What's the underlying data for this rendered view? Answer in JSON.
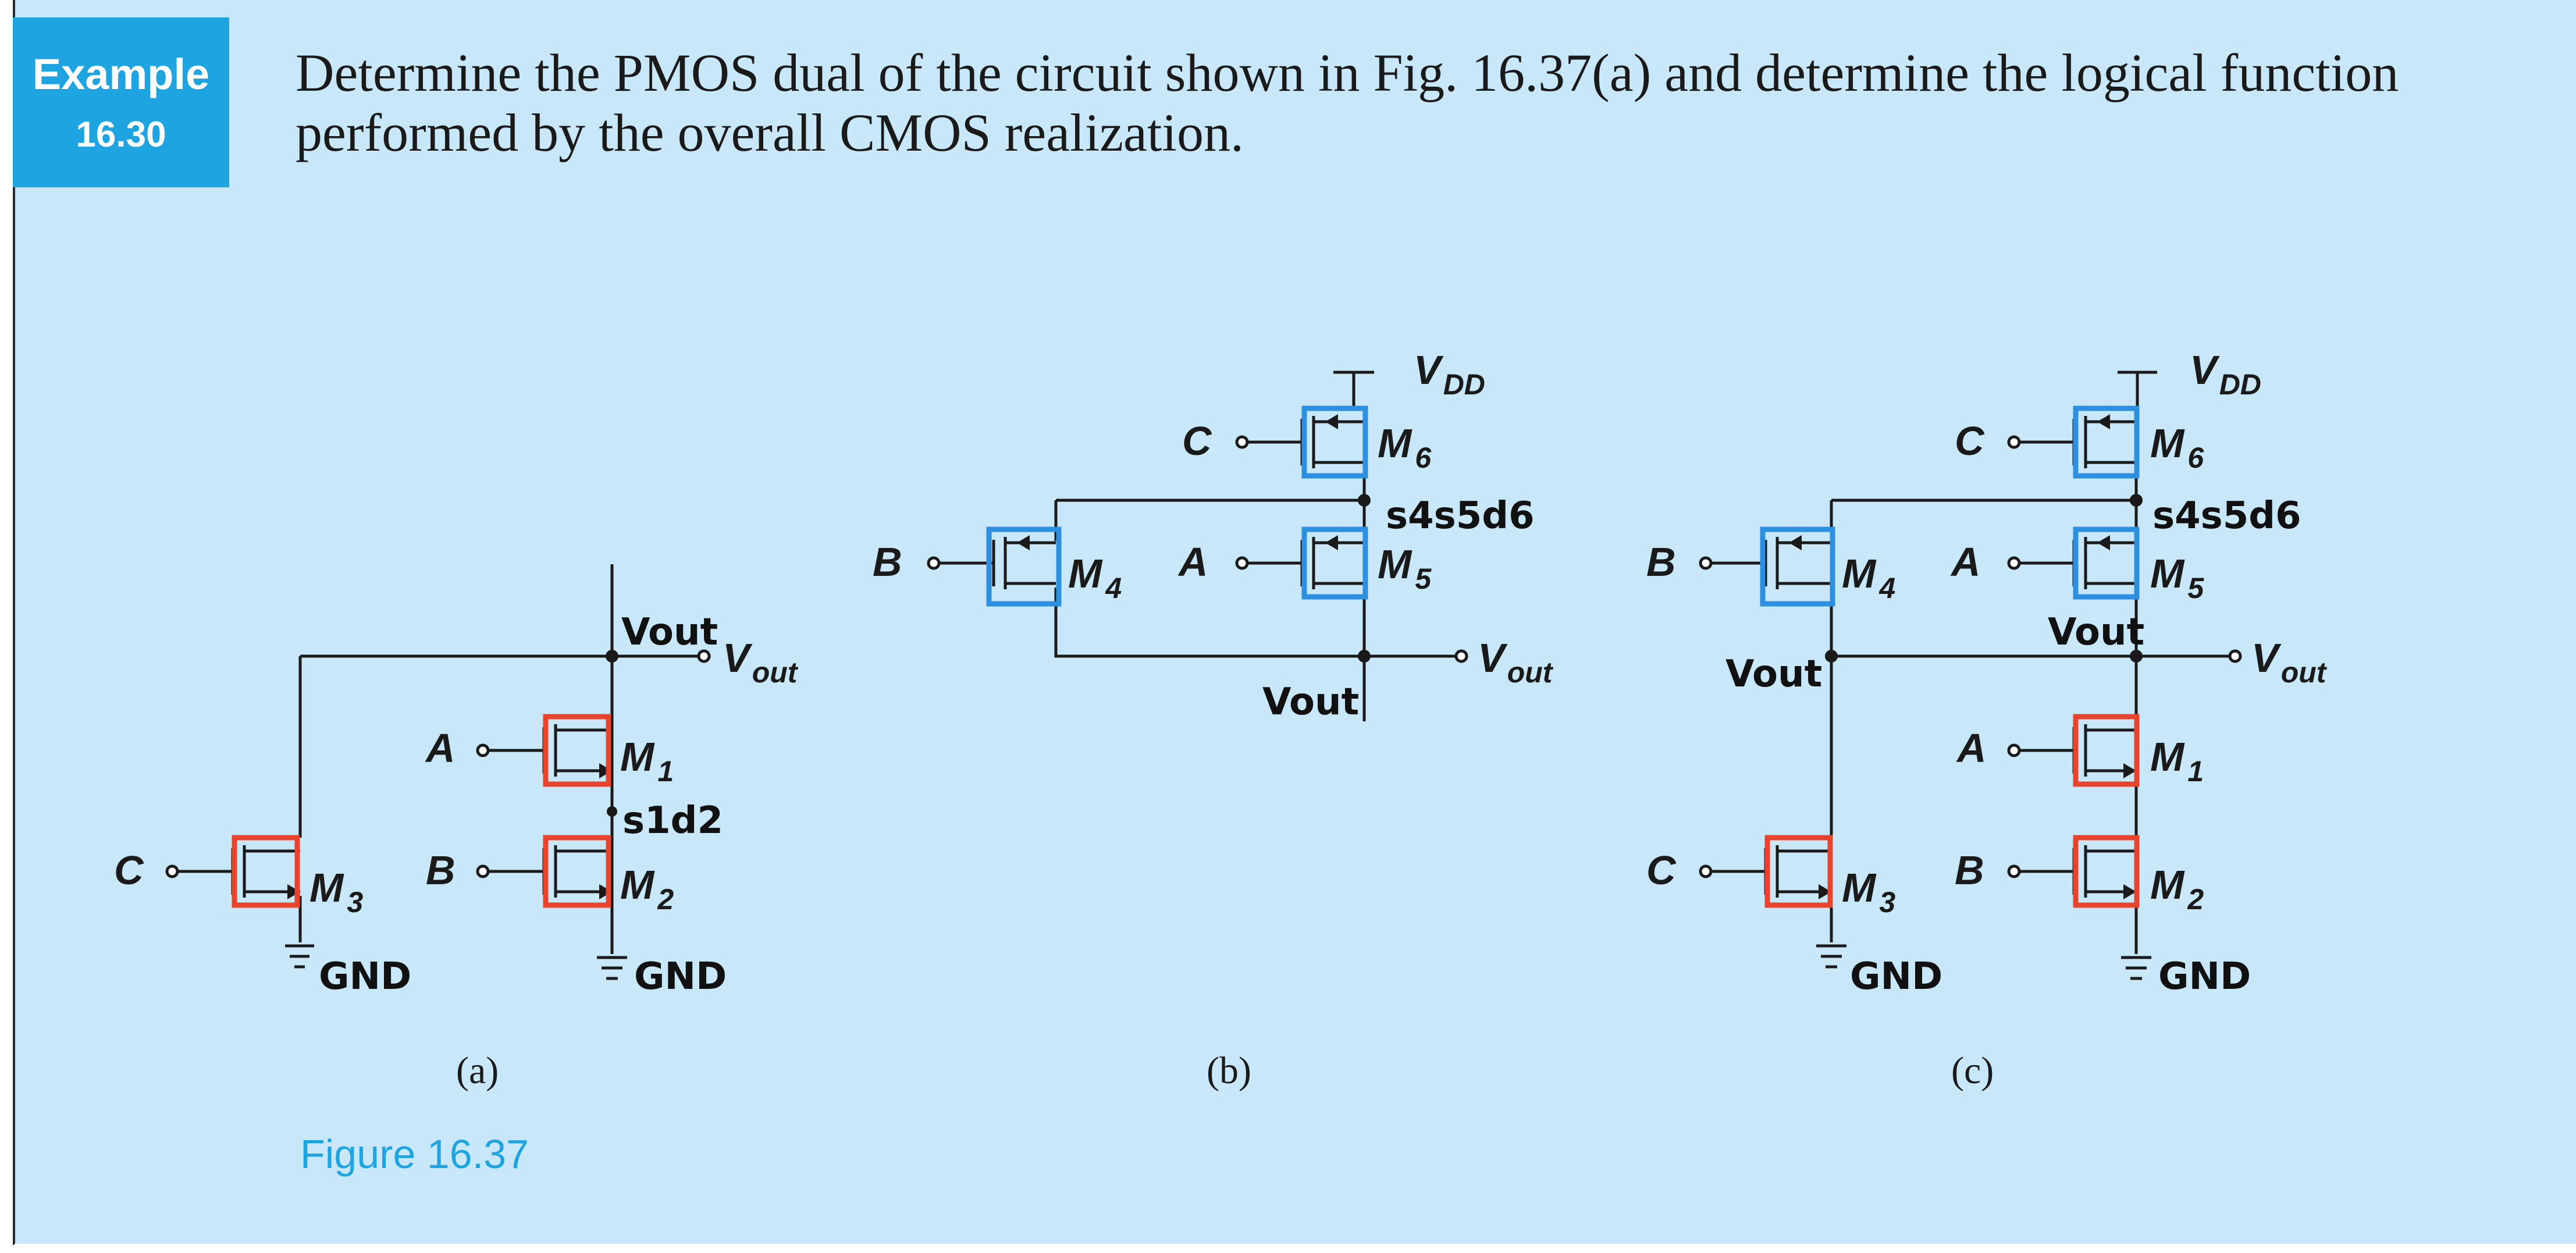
{
  "example": {
    "label": "Example",
    "number": "16.30"
  },
  "question": "Determine the PMOS dual of the circuit shown in Fig. 16.37(a) and determine the logical function performed by the overall CMOS realization.",
  "figure_caption": "Figure 16.37",
  "colors": {
    "panel": "#c8e8f9",
    "badge": "#1ea4e1",
    "nmos_box": "#e8432c",
    "pmos_box": "#2d8fe0"
  },
  "circuits": {
    "a": {
      "sublabel": "(a)",
      "inputs": {
        "A": "A",
        "B": "B",
        "C": "C"
      },
      "transistors": {
        "M1": "M",
        "M1_sub": "1",
        "M2": "M",
        "M2_sub": "2",
        "M3": "M",
        "M3_sub": "3"
      },
      "output": {
        "name": "V",
        "sub": "out"
      },
      "handwritten": {
        "vout": "Vout",
        "node": "s1d2",
        "gnd_left": "GND",
        "gnd_right": "GND"
      }
    },
    "b": {
      "sublabel": "(b)",
      "inputs": {
        "A": "A",
        "B": "B",
        "C": "C"
      },
      "transistors": {
        "M4": "M",
        "M4_sub": "4",
        "M5": "M",
        "M5_sub": "5",
        "M6": "M",
        "M6_sub": "6"
      },
      "supply": {
        "name": "V",
        "sub": "DD"
      },
      "output": {
        "name": "V",
        "sub": "out"
      },
      "handwritten": {
        "node": "s4s5d6",
        "vout": "Vout"
      }
    },
    "c": {
      "sublabel": "(c)",
      "inputs": {
        "A_top": "A",
        "B_top": "B",
        "C_top": "C",
        "A_bot": "A",
        "B_bot": "B",
        "C_bot": "C"
      },
      "transistors": {
        "M1": "M",
        "M1_sub": "1",
        "M2": "M",
        "M2_sub": "2",
        "M3": "M",
        "M3_sub": "3",
        "M4": "M",
        "M4_sub": "4",
        "M5": "M",
        "M5_sub": "5",
        "M6": "M",
        "M6_sub": "6"
      },
      "supply": {
        "name": "V",
        "sub": "DD"
      },
      "output": {
        "name": "V",
        "sub": "out"
      },
      "handwritten": {
        "node": "s4s5d6",
        "vout_left": "Vout",
        "vout_right": "Vout",
        "gnd_left": "GND",
        "gnd_right": "GND"
      }
    }
  }
}
